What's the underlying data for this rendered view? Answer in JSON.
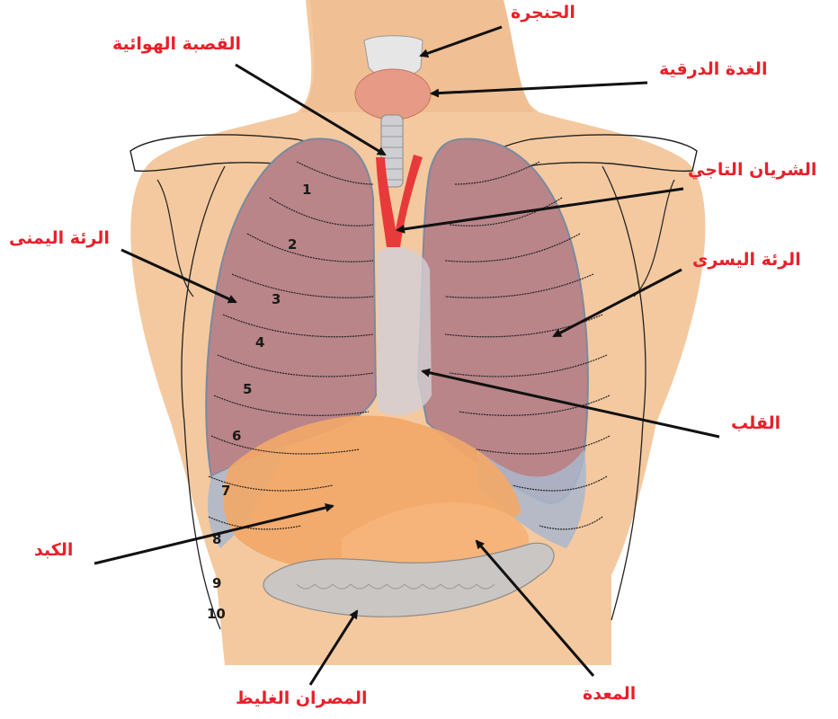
{
  "labels": {
    "larynx": "الحنجرة",
    "trachea": "القصبة الهوائية",
    "thyroid": "الغدة الدرقية",
    "coronary_artery": "الشريان التاجي",
    "right_lung": "الرئة اليمنى",
    "left_lung": "الرئة اليسرى",
    "heart": "القلب",
    "liver": "الكبد",
    "stomach": "المعدة",
    "large_intestine": "المصران الغليظ"
  },
  "ribs": [
    "1",
    "2",
    "3",
    "4",
    "5",
    "6",
    "7",
    "8",
    "9",
    "10"
  ],
  "colors": {
    "label": "#e8202a",
    "skin": "#f4c9a0",
    "lung": "#b98589",
    "pleura": "#a9b7cc",
    "liver": "#f2a868",
    "stomach": "#f6b47a",
    "intestine": "#c9c6c4",
    "artery": "#e83a3a",
    "arrow": "#111111"
  }
}
